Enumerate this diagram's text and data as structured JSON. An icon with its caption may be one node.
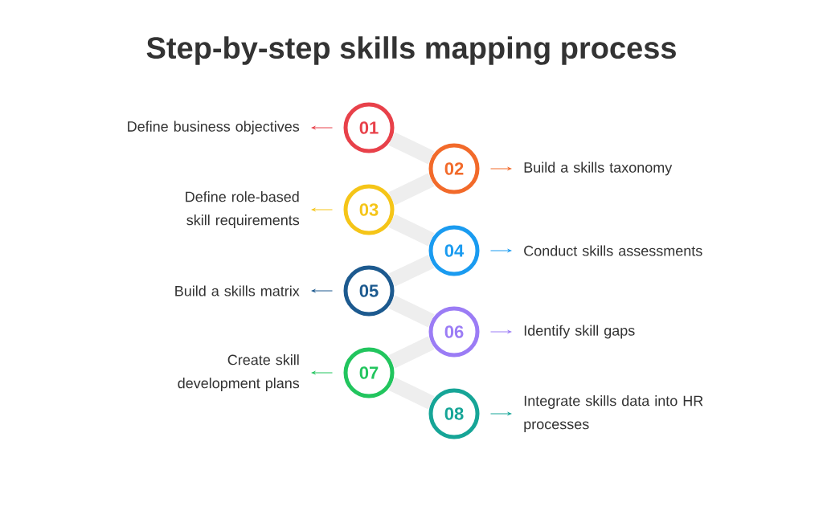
{
  "diagram": {
    "title": "Step-by-step skills mapping process",
    "nodes": [
      {
        "text": [
          "01"
        ]
      },
      {
        "text": [
          "Define business objectives"
        ]
      },
      {
        "text": [
          "02"
        ]
      },
      {
        "text": [
          "Build a skills taxonomy"
        ]
      },
      {
        "text": [
          "03"
        ]
      },
      {
        "text": [
          "Define role-based skill requirements"
        ]
      },
      {
        "text": [
          "04"
        ]
      },
      {
        "text": [
          "Conduct skills assessments"
        ]
      },
      {
        "text": [
          "05"
        ]
      },
      {
        "text": [
          "Build a skills matrix"
        ]
      },
      {
        "text": [
          "06"
        ]
      },
      {
        "text": [
          "Identify skill gaps"
        ]
      },
      {
        "text": [
          "07"
        ]
      },
      {
        "text": [
          "Create skill development plans"
        ]
      },
      {
        "text": [
          "08"
        ]
      },
      {
        "text": [
          "Integrate skills data into HR processes"
        ]
      }
    ],
    "edges": [
      {
        "from": 0,
        "to": 2,
        "arrow": "none",
        "style": "thick",
        "color": "#eeeeee"
      },
      {
        "from": 2,
        "to": 4,
        "arrow": "none",
        "style": "thick",
        "color": "#eeeeee"
      },
      {
        "from": 4,
        "to": 6,
        "arrow": "none",
        "style": "thick",
        "color": "#eeeeee"
      },
      {
        "from": 6,
        "to": 8,
        "arrow": "none",
        "style": "thick",
        "color": "#eeeeee"
      },
      {
        "from": 8,
        "to": 10,
        "arrow": "none",
        "style": "thick",
        "color": "#eeeeee"
      },
      {
        "from": 10,
        "to": 12,
        "arrow": "none",
        "style": "thick",
        "color": "#eeeeee"
      },
      {
        "from": 12,
        "to": 14,
        "arrow": "none",
        "style": "thick",
        "color": "#eeeeee"
      },
      {
        "from": 0,
        "to": 1,
        "arrow": "to",
        "color": "#e8414a"
      },
      {
        "from": 2,
        "to": 3,
        "arrow": "to",
        "color": "#f26a2a"
      },
      {
        "from": 4,
        "to": 5,
        "arrow": "to",
        "color": "#f5c518"
      },
      {
        "from": 6,
        "to": 7,
        "arrow": "to",
        "color": "#1a9bf0"
      },
      {
        "from": 8,
        "to": 9,
        "arrow": "to",
        "color": "#1d5a8f"
      },
      {
        "from": 10,
        "to": 11,
        "arrow": "to",
        "color": "#9b7cf5"
      },
      {
        "from": 12,
        "to": 13,
        "arrow": "to",
        "color": "#22c55e"
      },
      {
        "from": 14,
        "to": 15,
        "arrow": "to",
        "color": "#16a597"
      }
    ]
  }
}
